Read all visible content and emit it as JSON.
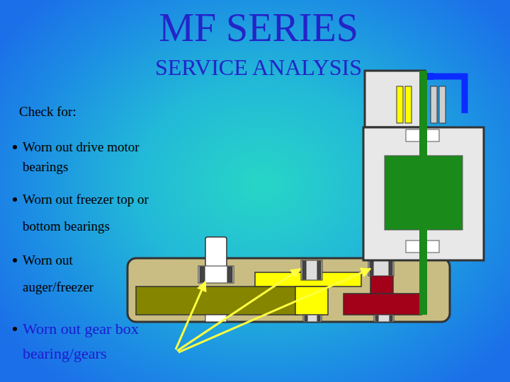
{
  "diagram": {
    "title": "MF SERIES",
    "labels": [
      "SERVICE ANALYSIS",
      "Check for:",
      "Worn out drive motor bearings",
      "Worn out freezer top or bottom bearings",
      "Worn out auger/freezer",
      "Worn out gear box bearing/gears"
    ]
  }
}
